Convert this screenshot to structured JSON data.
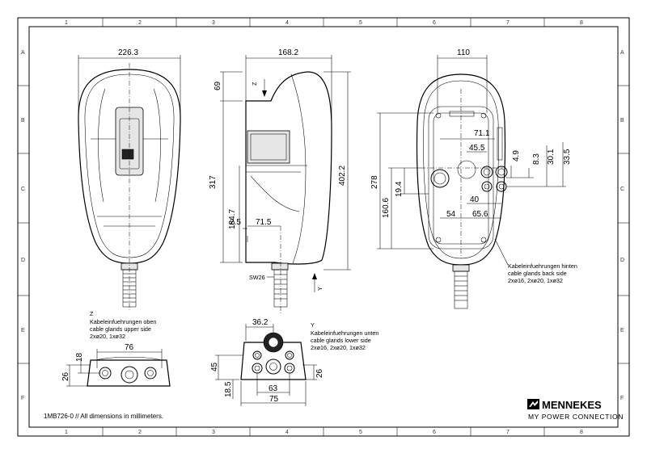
{
  "grid": {
    "columns": [
      "1",
      "2",
      "3",
      "4",
      "5",
      "6",
      "7",
      "8"
    ],
    "rows": [
      "A",
      "B",
      "C",
      "D",
      "E",
      "F"
    ]
  },
  "front_view": {
    "width": "226.3"
  },
  "side_view": {
    "depth": "168.2",
    "top": "69",
    "body": "317",
    "total": "402.2",
    "lower": "184.7",
    "offset": "2.5",
    "cable_offset": "71.5",
    "wrench": "SW26",
    "view_z": "Z",
    "view_y": "Y"
  },
  "back_view": {
    "width": "110",
    "d1": "71.1",
    "d2": "45.5",
    "d3": "4.9",
    "d4": "8.3",
    "d5": "30.1",
    "d6": "33.5",
    "d7": "278",
    "d8": "160.6",
    "d9": "19.4",
    "d10": "40",
    "d11": "54",
    "d12": "65.6",
    "note_de": "Kabeleinfuehrungen hinten",
    "note_en": "cable glands back side",
    "note_spec": "2xø16, 2xø20, 1xø32"
  },
  "upper_view": {
    "title": "Z",
    "note_de": "Kabeleinfuehrungen oben",
    "note_en": "cable glands upper side",
    "note_spec": "2xø20, 1xø32",
    "w": "76",
    "h1": "18",
    "h2": "26"
  },
  "lower_view": {
    "title": "Y",
    "note_de": "Kabeleinfuehrungen unten",
    "note_en": "cable glands lower side",
    "note_spec": "2xø16, 2xø20, 1xø32",
    "d1": "36.2",
    "d2": "45",
    "d3": "18.5",
    "d4": "63",
    "d5": "75",
    "d6": "26"
  },
  "footer": {
    "drawing_note": "1MB726-0 // All dimensions in millimeters.",
    "brand": "MENNEKES",
    "tagline": "MY POWER CONNECTION"
  }
}
